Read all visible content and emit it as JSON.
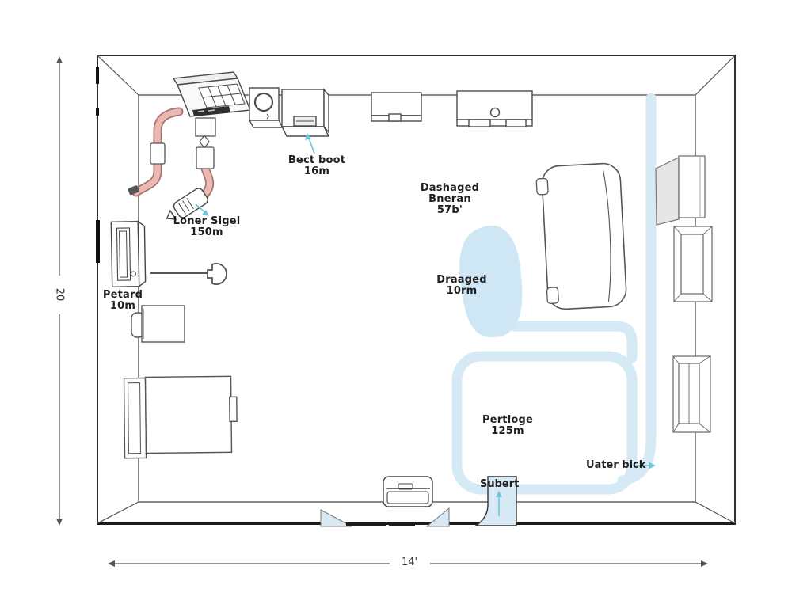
{
  "dimensions": {
    "width": "14'",
    "height": "20"
  },
  "labels": {
    "bect_boot": {
      "name": "Bect boot",
      "value": "16m"
    },
    "dashaged": {
      "line1": "Dashaged",
      "line2": "Bneran",
      "line3": "57b'"
    },
    "loner_sigel": {
      "name": "Loner Sigel",
      "value": "150m"
    },
    "petard": {
      "name": "Petard",
      "value": "10m"
    },
    "draaged": {
      "name": "Draaged",
      "value": "10rm"
    },
    "pertloge": {
      "name": "Pertloge",
      "value": "125m"
    },
    "uater_bick": {
      "name": "Uater bick"
    },
    "subert": {
      "name": "Subert"
    }
  },
  "colors": {
    "wall": "#2e2e2e",
    "line": "#555555",
    "hose": "#ecb9b2",
    "hose_outline": "#a8736d",
    "water_path": "#d6eaf6",
    "water_blob": "#cfe6f4",
    "annotation_arrow": "#6cc5d8",
    "shade": "#e6e6e6",
    "door_bar": "#1c1c1c"
  }
}
